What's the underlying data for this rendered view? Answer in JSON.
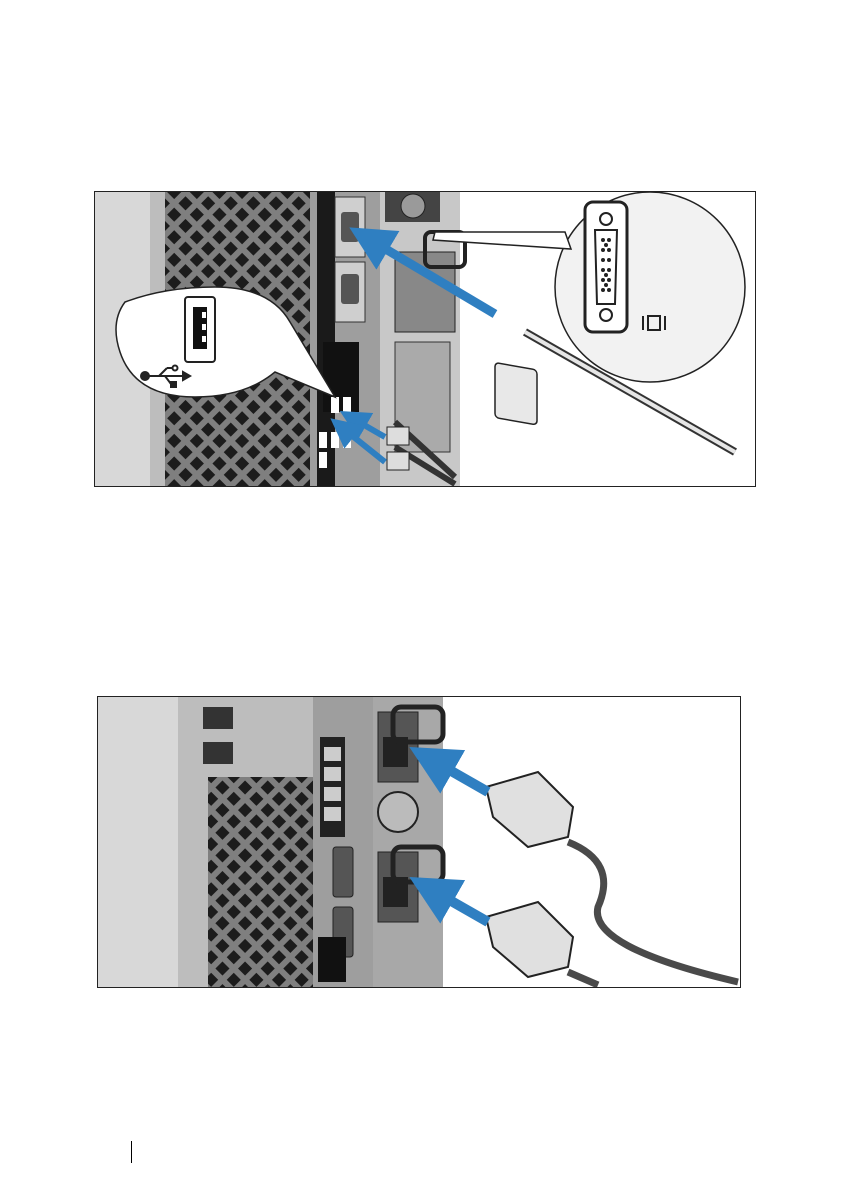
{
  "figures": [
    {
      "id": "vga-usb-connection",
      "elements": [
        "server-rear-panel",
        "usb-port-callout",
        "usb-icon",
        "vga-port-callout",
        "vga-icon",
        "vga-cable",
        "usb-cables",
        "insert-arrows"
      ]
    },
    {
      "id": "power-connection",
      "elements": [
        "server-rear-panel",
        "power-supply-units",
        "power-cables",
        "insert-arrows"
      ]
    }
  ],
  "colors": {
    "arrow": "#2f7fc1",
    "panel_dark": "#1a1a1a",
    "panel_gray": "#8c8c8c",
    "panel_light": "#d9d9d9",
    "callout_fill": "#e8e8e8"
  },
  "icons": [
    "usb-icon",
    "vga-monitor-icon"
  ]
}
